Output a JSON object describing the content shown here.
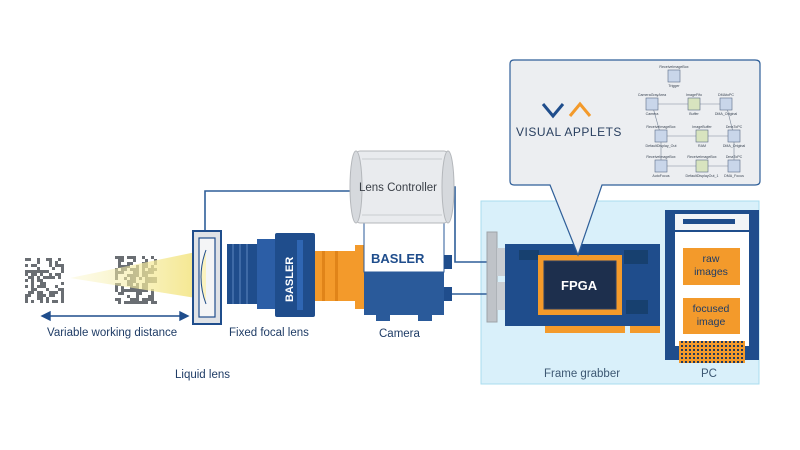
{
  "labels": {
    "variable_working_distance": "Variable working distance",
    "liquid_lens": "Liquid lens",
    "fixed_focal_lens": "Fixed focal lens",
    "camera": "Camera",
    "lens_controller": "Lens Controller",
    "frame_grabber": "Frame grabber",
    "pc": "PC",
    "fpga": "FPGA",
    "raw_images": "raw images",
    "focused_image": "focused image"
  },
  "brand": {
    "lens_brand": "BASLER",
    "camera_brand": "BASLER",
    "visual_applets": "VISUAL APPLETS"
  },
  "applet_nodes": [
    {
      "label": "ReceiveImageBox",
      "sub": "Trigger"
    },
    {
      "label": "CameraGrayArea",
      "sub": "Camera"
    },
    {
      "label": "ImageFifo",
      "sub": "Buffer"
    },
    {
      "label": "DMAtoPC",
      "sub": "DMA_Original"
    },
    {
      "label": "ReceiveImageBox",
      "sub": "DefaultDisplay_Out"
    },
    {
      "label": "ImageBuffer",
      "sub": "RAM"
    },
    {
      "label": "DmaToPC",
      "sub": "DMA_Original"
    },
    {
      "label": "ReceiveImageBox",
      "sub": "AutoFocus"
    },
    {
      "label": "ReceiveImageBox",
      "sub": "DefaultDisplayOut_1"
    },
    {
      "label": "DmaToPC",
      "sub": "DMA_Focus"
    }
  ],
  "colors": {
    "navy": "#1f4d8c",
    "orange": "#f39a2b",
    "light_blue_panel": "#d9f0fa",
    "panel_border": "#9fd3ea",
    "gray": "#bcbfc3",
    "light_gray": "#e6e8eb"
  }
}
